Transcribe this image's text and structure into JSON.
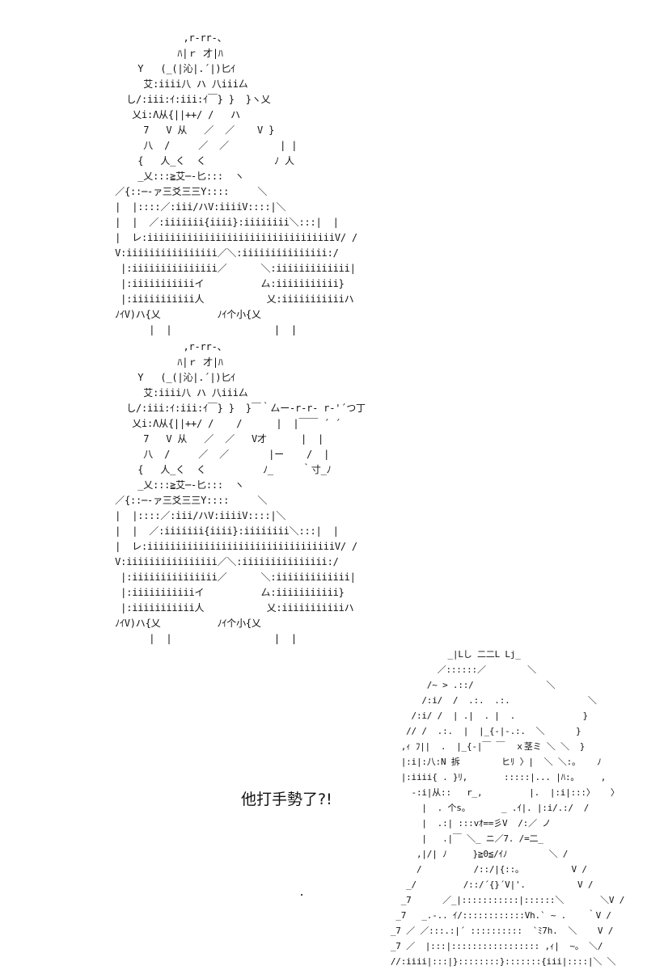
{
  "caption": "他打手勢了?!",
  "art": {
    "figure_standing": "                  ,r‐rr‐、\n                 ﾊ|ｒ 才|ﾊ\n          Y   (_(|沁|.´|)匕ｲ\n           艾:iiii八 ハ 八iii厶\n        し/:iii:ｲ:iii:ｲ￣} }  }ヽ乂\n         乂i:Λ从{||++/ /   ハ\n           7   V 从   ／  ／    V }\n           八  /     ／  ／         | |\n          {   人_く  く            ﾉ 人\n          _乂:::≧艾─‐匕:::  ヽ\n      ／{::─‐ァ三爻三三Y::::     ＼\n      |  |::::／:iii/ハV:iiiiV::::|＼\n      |  |  ／:iiiiiii{iiii}:iiiiiiii＼:::|  |\n      |  レ:iiiiiiiiiiiiiiiiiiiiiiiiiiiiiiiiiV/ /\n      V:iiiiiiiiiiiiiiii／＼:iiiiiiiiiiiiiii:/\n       |:iiiiiiiiiiiiiii／      ＼:iiiiiiiiiiiii|\n       |:iiiiiiiiiiiイ          厶:iiiiiiiiiii}\n       |:iiiiiiiiiii人           乂:iiiiiiiiiiiハ\n      ﾉｲV)ハ{乂          ﾉｲ个小{乂\n            |  |                  |  |",
    "figure_pointing": "                  ,r‐rr‐、\n                 ﾊ|ｒ 才|ﾊ\n          Y   (_(|沁|.´|)匕ｲ\n           艾:iiii八 ハ 八iii厶\n        し/:iii:ｲ:iii:ｲ￣} }  }￣｀厶ー‐r‐r‐ r‐'´つ丁\n         乂i:Λ从{||++/ /    /      |  |￣￣ ´ ´\n           7   V 从   ／  ／   V才      |  |\n           八  /     ／  ／       |ー    /  |\n          {   人_く  く          ﾉ_     ｀寸_ﾉ\n          _乂:::≧艾─‐匕:::  ヽ\n      ／{::─‐ァ三爻三三Y::::     ＼\n      |  |::::／:iii/ハV:iiiiV::::|＼\n      |  |  ／:iiiiiii{iiii}:iiiiiiii＼:::|  |\n      |  レ:iiiiiiiiiiiiiiiiiiiiiiiiiiiiiiiiiV/ /\n      V:iiiiiiiiiiiiiiii／＼:iiiiiiiiiiiiiii:/\n       |:iiiiiiiiiiiiiii／      ＼:iiiiiiiiiiiii|\n       |:iiiiiiiiiiiイ          厶:iiiiiiiiiii}\n       |:iiiiiiiiiii人           乂:iiiiiiiiiiiハ\n      ﾉｲV)ハ{乂          ﾉｲ个小{乂\n            |  |                  |  |",
    "figure_girl": "             _|Lし 二二L Lj_\n           ／::::::／        ＼\n         /~ > .::/              ＼\n        /:i/  /  .:.  .:.               ＼\n      /:i/ /  | .|  . |  .             }\n     // /  .:.  |  |_{‐|‐.:.  ＼      }\n    ,ｨ ﾌ||  .  |_{‐|￣ ￣  ｘ茎ミ ＼ ＼  }\n    |:i|:八:N 拆        ヒﾘ 〉|  ＼ ＼:｡    ﾉ\n    |:iiii{ . }ﾘ,       :::::|... |ﾊ:｡     ,\n      ‐:i|从::   r_,         |.  |:i|:::〉   〉\n        |  . 个s。      _ .ｲ|. |:i/.:/  /\n        |  .:| :::vｵ==彡V  /:／ ノ\n        |   .|￣ ＼_ ニ／7. /=二_\n       ,|/| ﾉ     }≧0≦/ｲﾉ        ＼ /\n       /          /::/|{::｡          V /\n     _/         /::/´{}´V|'.          V /\n    _7      ／_|:::::::::::|::::::＼       ＼V /\n   _7   _.-.. ｲ/::::::::::::Vh.` ~ .    ｀V /\n  _7 ／ ／:::.:|´ ::::::::::  `ﾐ7h.  ＼    V /\n  _7 ／  |:::|::::::::::::::::: ,ｨ|  ~。 ＼/\n  //:iiii|:::|}::::::::}:::::::{iii|::::|＼ ＼"
  }
}
